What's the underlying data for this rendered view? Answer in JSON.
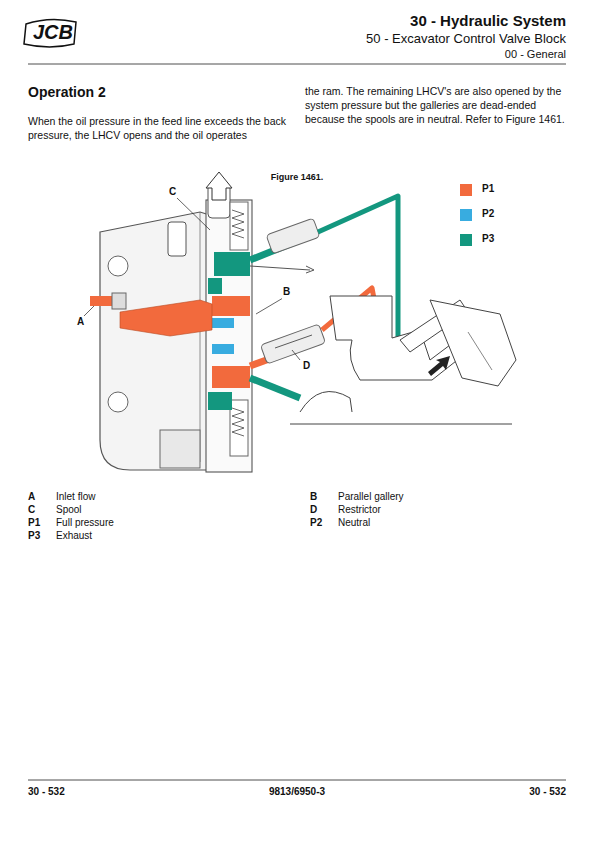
{
  "diagram": {
    "title": "Operation 2",
    "caption": "Figure 1461.",
    "labels": [
      "JCB",
      "30 - Hydraulic System",
      "50 - Excavator Control Valve Block",
      "00 - General",
      "When the oil pressure in the feed line exceeds the back pressure, the LHCV opens and the oil operates",
      "the ram. The remaining LHCV's are also opened by the system pressure but the galleries are dead-ended because the spools are in neutral. Refer to Figure 1461.",
      "C",
      "B",
      "A",
      "D",
      "A",
      "Inlet flow",
      "B",
      "Parallel gallery",
      "C",
      "Spool",
      "D",
      "Restrictor",
      "P1",
      "Full pressure",
      "P2",
      "Neutral",
      "P3",
      "Exhaust",
      "30 - 532",
      "9813/6950-3",
      "30 - 532"
    ],
    "legend": [
      {
        "text": "P1",
        "color": "#f26a3d"
      },
      {
        "text": "P2",
        "color": "#38ace0"
      },
      {
        "text": "P3",
        "color": "#13977f"
      }
    ]
  }
}
